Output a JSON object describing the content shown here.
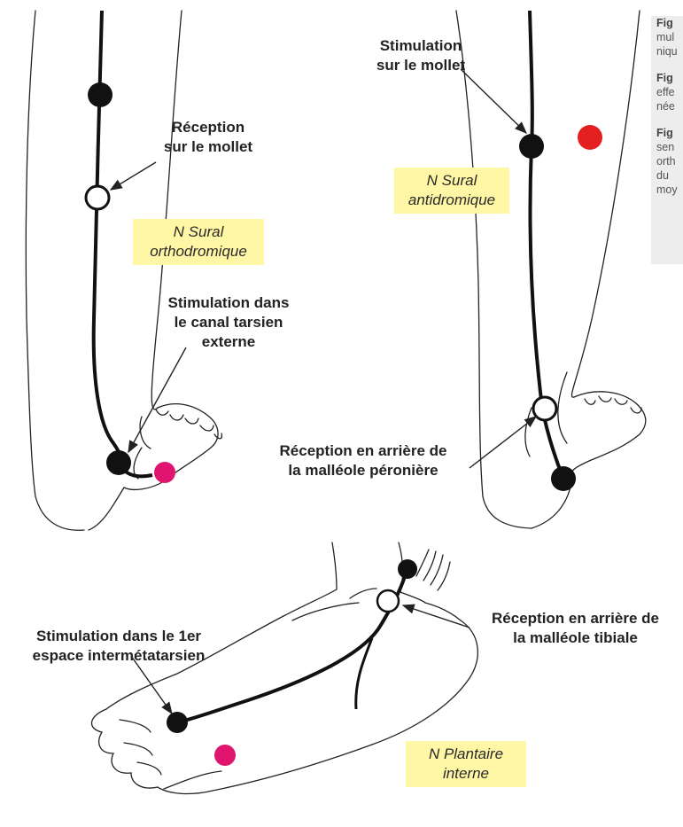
{
  "caption": {
    "paragraphs": [
      {
        "fig": "Fig",
        "lines": [
          "mul",
          "niqu"
        ]
      },
      {
        "fig": "Fig",
        "lines": [
          "effe",
          "née"
        ]
      },
      {
        "fig": "Fig",
        "lines": [
          "sen",
          "orth",
          "du",
          "moy"
        ]
      }
    ]
  },
  "panel1": {
    "label_reception": [
      "Réception",
      "sur le mollet"
    ],
    "nerve_name": [
      "N Sural",
      "orthodromique"
    ],
    "label_stimulation": [
      "Stimulation dans",
      "le canal tarsien",
      "externe"
    ]
  },
  "panel2": {
    "label_stimulation": [
      "Stimulation",
      "sur le mollet"
    ],
    "nerve_name": [
      "N Sural",
      "antidromique"
    ],
    "label_reception": [
      "Réception en arrière de",
      "la malléole péronière"
    ]
  },
  "panel3": {
    "label_stimulation": [
      "Stimulation  dans le 1er",
      "espace intermétatarsien"
    ],
    "label_reception": [
      "Réception en arrière de",
      "la malléole tibiale"
    ],
    "nerve_name": [
      "N  Plantaire",
      "interne"
    ]
  },
  "colors": {
    "nerve_line": "#111111",
    "ground_electrode_pink": "#e0156f",
    "ground_electrode_red": "#e41f1f",
    "label_highlight": "#fff7a6"
  }
}
